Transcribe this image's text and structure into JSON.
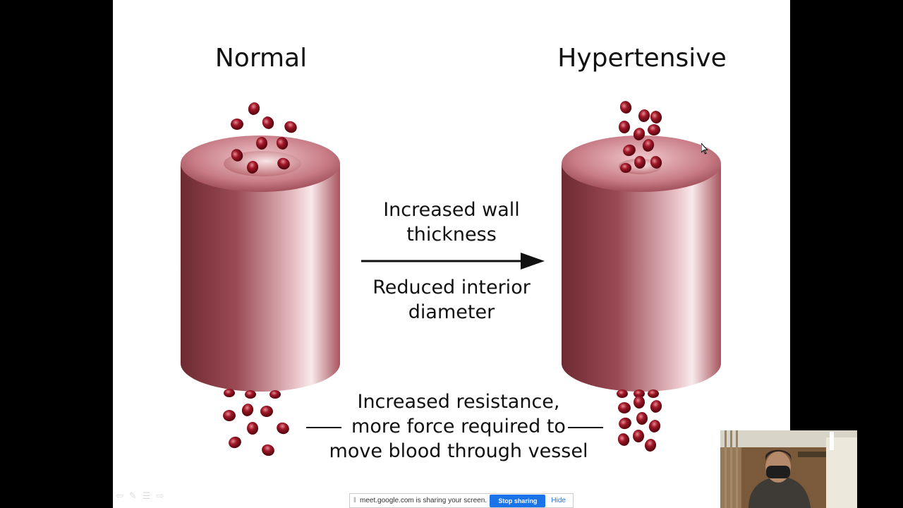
{
  "slide": {
    "title_left": "Normal",
    "title_right": "Hypertensive",
    "caption_wall_line1": "Increased wall",
    "caption_wall_line2": "thickness",
    "caption_diameter_line1": "Reduced interior",
    "caption_diameter_line2": "diameter",
    "caption_resistance_line1": "Increased resistance,",
    "caption_resistance_line2": "more force required to",
    "caption_resistance_line3": "move blood through vessel"
  },
  "share_bar": {
    "message": "meet.google.com is sharing your screen.",
    "stop_label": "Stop sharing",
    "hide_label": "Hide"
  },
  "colors": {
    "vessel": "#b05a64",
    "blood_cell": "#8e1020",
    "share_button": "#1a73e8"
  }
}
